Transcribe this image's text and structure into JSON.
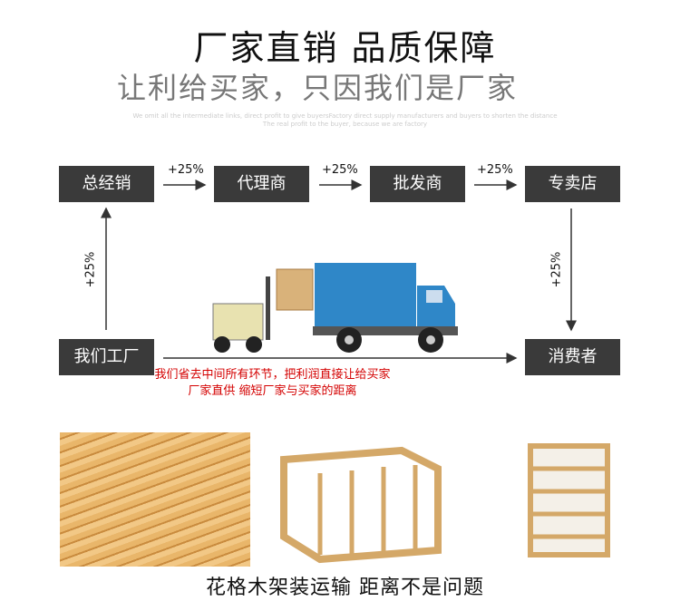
{
  "header": {
    "title": "厂家直销  品质保障",
    "subtitle": "让利给买家，只因我们是厂家",
    "english_line1": "We omit all the intermediate links, direct profit to give buyersFactory direct supply manufacturers and buyers to shorten the distance",
    "english_line2": "The real profit to the buyer, because we are factory"
  },
  "flow": {
    "nodes": [
      "总经销",
      "代理商",
      "批发商",
      "专卖店",
      "我们工厂",
      "消费者"
    ],
    "markups": [
      "+25%",
      "+25%",
      "+25%",
      "+25%",
      "+25%"
    ]
  },
  "slogan": {
    "line1": "我们省去中间所有环节，把利润直接让给买家",
    "line2": "厂家直供 缩短厂家与买家的距离"
  },
  "caption": "花格木架装运输   距离不是问题",
  "colors": {
    "box": "#3a3a3a",
    "red": "#d40000",
    "truck": "#2f87c8"
  }
}
